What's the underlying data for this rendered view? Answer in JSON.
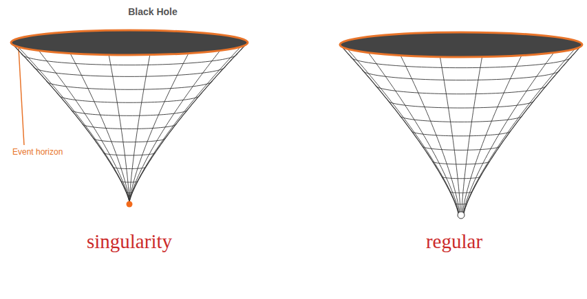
{
  "diagram": {
    "labels": [
      "Black Hole",
      "Event horizon",
      "singularity",
      "regular"
    ]
  }
}
